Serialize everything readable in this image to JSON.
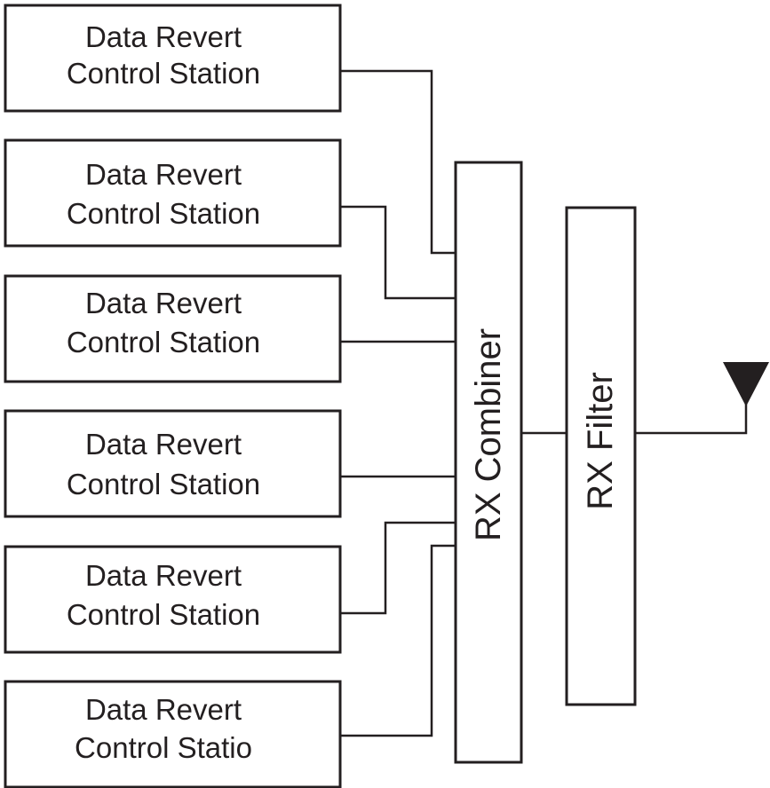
{
  "stations": [
    {
      "line1": "Data Revert",
      "line2": "Control Station"
    },
    {
      "line1": "Data Revert",
      "line2": "Control Station"
    },
    {
      "line1": "Data Revert",
      "line2": "Control Station"
    },
    {
      "line1": "Data Revert",
      "line2": "Control Station"
    },
    {
      "line1": "Data Revert",
      "line2": "Control Station"
    },
    {
      "line1": "Data Revert",
      "line2": "Control Statio"
    }
  ],
  "rx_combiner": {
    "label": "RX Combiner"
  },
  "rx_filter": {
    "label": "RX Filter"
  },
  "antenna": {
    "icon": "antenna-icon"
  },
  "colors": {
    "stroke": "#231f20",
    "background": "#ffffff"
  }
}
